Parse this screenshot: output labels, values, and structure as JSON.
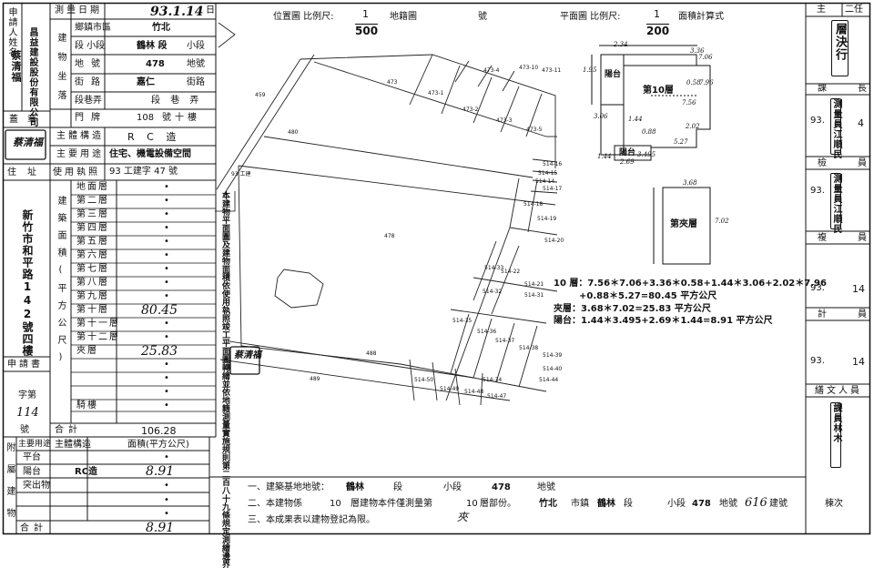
{
  "left_form": {
    "applicant_label": "申請人姓名",
    "company": "昌益建設股份有限公司",
    "person": "蔡清福",
    "seal_label": "蓋章",
    "seal_text": "蔡清福",
    "survey_date_label": "測量日期",
    "survey_date_value": "93.1.14",
    "survey_date_unit": "日",
    "location_label": "建物坐落",
    "town_label": "鄉鎮市區",
    "town_value": "竹北",
    "section_label": "段 小段",
    "section_value": "鶴林 段",
    "section_small": "小段",
    "lot_label": "地號",
    "lot_value": "478",
    "lot_unit": "地號",
    "street_label": "街路",
    "street_value": "嘉仁",
    "street_unit": "街路",
    "lane_label": "段巷弄",
    "lane_value": "段 巷 弄",
    "door_label": "門牌",
    "door_value": "108",
    "door_unit": "號十樓",
    "structure_label": "主體構造",
    "structure_value": "R C 造",
    "use_label": "主要用途",
    "use_value": "住宅、機電設備空間",
    "license_label": "使用執照",
    "license_value": "93 工建字 47 號",
    "address_label": "住址",
    "address_value": "新竹市和平路142號四樓",
    "area_label": "建築面積(平方公尺)",
    "floors": [
      {
        "name": "地面層",
        "value": "•"
      },
      {
        "name": "第二層",
        "value": "•"
      },
      {
        "name": "第三層",
        "value": "•"
      },
      {
        "name": "第四層",
        "value": "•"
      },
      {
        "name": "第五層",
        "value": "•"
      },
      {
        "name": "第六層",
        "value": "•"
      },
      {
        "name": "第七層",
        "value": "•"
      },
      {
        "name": "第八層",
        "value": "•"
      },
      {
        "name": "第九層",
        "value": "•"
      },
      {
        "name": "第十層",
        "value": "80.45"
      },
      {
        "name": "第十一層",
        "value": "•"
      },
      {
        "name": "第十二層",
        "value": "•"
      },
      {
        "name": "夾層",
        "value": "25.83"
      },
      {
        "name": "",
        "value": "•"
      },
      {
        "name": "",
        "value": "•"
      },
      {
        "name": "",
        "value": "•"
      },
      {
        "name": "騎樓",
        "value": "•"
      }
    ],
    "total_label": "合計",
    "total_value": "106.28",
    "application_label": "申請書",
    "application_char": "字第",
    "application_no": "114",
    "application_unit": "號",
    "annex_label": "附屬建物",
    "annex_use_header": "主要用途",
    "annex_struct_header": "主體構造",
    "annex_area_header": "面積(平方公尺)",
    "annex_rows": [
      {
        "use": "平台",
        "struct": "",
        "value": "•"
      },
      {
        "use": "陽台",
        "struct": "RC造",
        "value": "8.91"
      },
      {
        "use": "突出物",
        "struct": "",
        "value": "•"
      },
      {
        "use": "",
        "struct": "",
        "value": "•"
      },
      {
        "use": "",
        "struct": "",
        "value": "•"
      }
    ],
    "annex_total_label": "合計",
    "annex_total_value": "8.91"
  },
  "header": {
    "location_map": "位置圖 比例尺:",
    "scale_num": "1",
    "scale_den1": "500",
    "map_no": "地籍圖",
    "map_unit": "號",
    "plan_label": "平面圖 比例尺:",
    "scale_den2": "200",
    "calc_label": "面積計算式"
  },
  "parcels": [
    "459",
    "473",
    "473-4",
    "473-10",
    "473-11",
    "480",
    "473-1",
    "473-2",
    "473-3",
    "473-5",
    "514-16",
    "514-15",
    "514-14",
    "514-17",
    "514-18",
    "514-19",
    "514-20",
    "478",
    "514-33",
    "514-22",
    "514-21",
    "514-32",
    "514-31",
    "514-35",
    "514-36",
    "514-37",
    "514-38",
    "514-39",
    "514-40",
    "514-50",
    "514-49",
    "514-48",
    "514-34",
    "514-47",
    "514-44",
    "488",
    "489",
    "93 工建"
  ],
  "survey_note": "本建物平面圖及建物面積依使用執照竣工平面圖轉繪並依地籍測量實施規則第二百八十九條規定測繪邊界",
  "plan_labels": {
    "floor10": "第10層",
    "balcony": "陽台",
    "balcony2": "陽台",
    "mezz": "第夾層",
    "dims": [
      "2.69",
      "1.95",
      "2.34",
      "3.06",
      "1.44",
      "3.495",
      "1.44",
      "0.88",
      "5.27",
      "7.56",
      "0.58",
      "3.36",
      "7.96",
      "2.02",
      "7.06",
      "3.68",
      "7.02"
    ]
  },
  "formula": {
    "line1": "10 層：7.56＊7.06+3.36＊0.58+1.44＊3.06+2.02＊7.96",
    "line2": "+0.88＊5.27=80.45 平方公尺",
    "line3": "夾層：3.68＊7.02=25.83 平方公尺",
    "line4": "陽台：1.44＊3.495+2.69＊1.44=8.91 平方公尺"
  },
  "notes": {
    "n1_prefix": "一、建築基地地號：",
    "n1_section": "鶴林",
    "n1_duan": "段",
    "n1_small": "小段",
    "n1_lot": "478",
    "n1_unit": "地號",
    "n2_prefix": "二、本建物係",
    "n2_floors": "10",
    "n2_mid": "層建物本件僅測量第",
    "n2_floor": "10",
    "n2_mid2": "層部份。",
    "n2_city": "竹北",
    "n2_city_unit": "市鎮",
    "n2_section": "鶴林",
    "n2_duan": "段",
    "n2_small": "小段",
    "n2_lot": "478",
    "n2_lot_unit": "地號",
    "n2_bldg": "616",
    "n2_bldg_unit": "建號",
    "n2_tail": "棟次",
    "n2_mezz": "夾",
    "n3": "三、本成果表以建物登記為限。"
  },
  "right_panel": {
    "head_main": "主",
    "head_two": "二任",
    "chief_label": "層決行",
    "section_chief": "課",
    "section_long": "長",
    "sc_date": "93.",
    "sc_name": "測量員江順民",
    "sc_num": "4",
    "checker": "檢",
    "checker2": "員",
    "ch_date": "93.",
    "ch_name": "測量員江順民",
    "reviewer": "複",
    "reviewer2": "員",
    "rv_date": "93.",
    "rv_num": "14",
    "calc": "計",
    "calc2": "員",
    "ca_date": "93.",
    "ca_num": "14",
    "copy_label": "繕文人員",
    "copy_name": "課員林木"
  }
}
